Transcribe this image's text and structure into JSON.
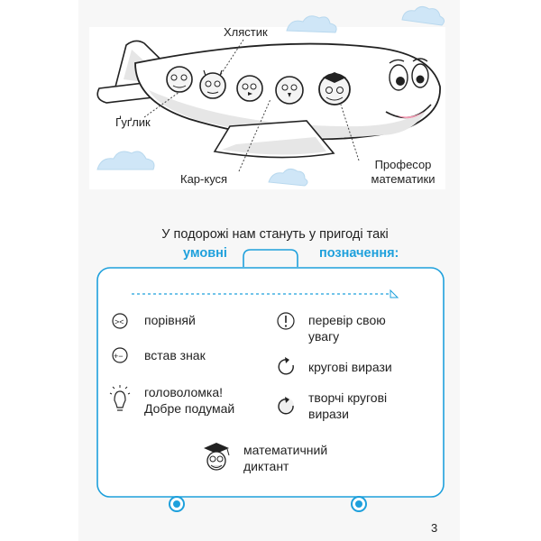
{
  "illustration": {
    "labels": {
      "khliastyk": "Хлястик",
      "gugllyk": "Ґуґлик",
      "karkusia": "Кар-куся",
      "professor": "Професор математики"
    }
  },
  "intro": {
    "sentence": "У подорожі нам стануть у пригоді такі",
    "keyword_left": "умовні",
    "keyword_right": "позначення:"
  },
  "legend": {
    "compare": "порівняй",
    "insert_sign": "встав знак",
    "puzzle_line1": "головоломка!",
    "puzzle_line2": "Добре подумай",
    "check_line1": "перевір свою",
    "check_line2": "увагу",
    "circular": "кругові вирази",
    "creative_line1": "творчі кругові",
    "creative_line2": "вирази",
    "dictation_line1": "математичний",
    "dictation_line2": "диктант"
  },
  "colors": {
    "accent": "#1ea0dc",
    "cloud": "#cfe6f7",
    "plane_fill": "#ffffff",
    "plane_shade": "#e6e6e6",
    "outline": "#222222"
  },
  "page_number": "3"
}
